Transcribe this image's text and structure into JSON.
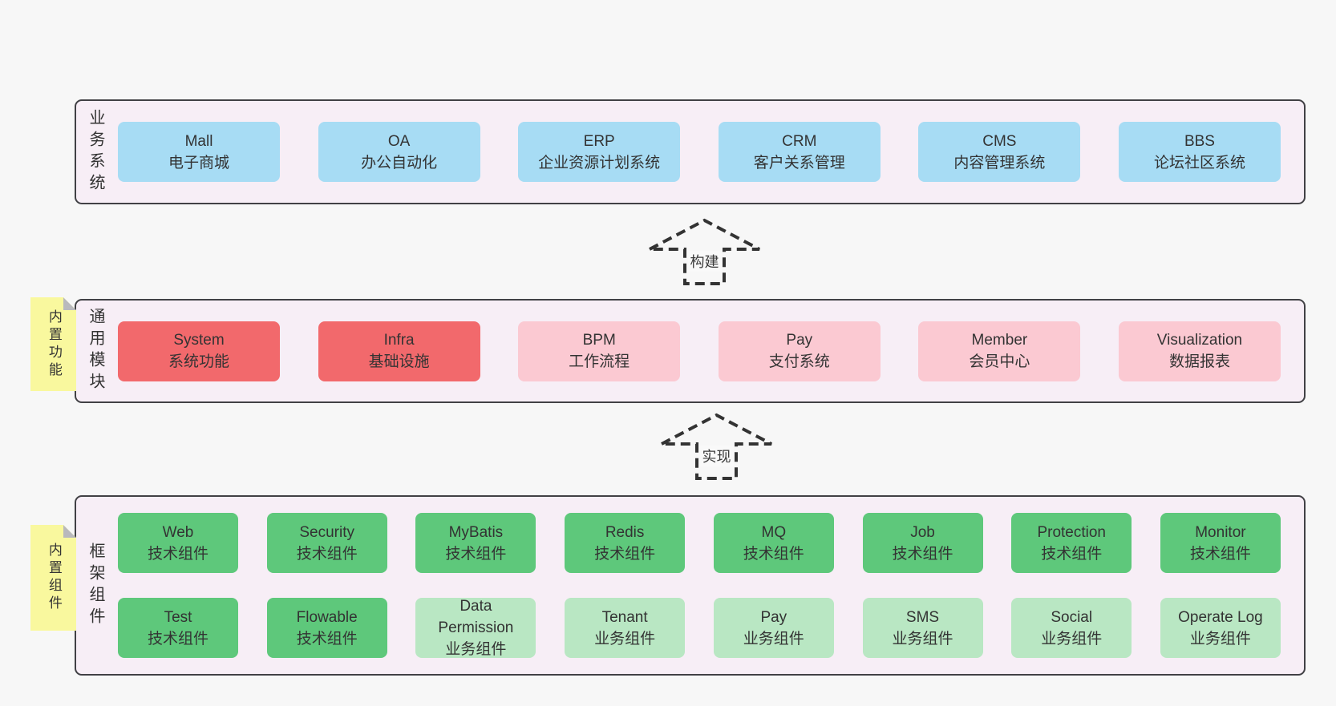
{
  "layers": {
    "business": {
      "label": "业务系统",
      "boxes": [
        {
          "name": "Mall",
          "desc": "电子商城"
        },
        {
          "name": "OA",
          "desc": "办公自动化"
        },
        {
          "name": "ERP",
          "desc": "企业资源计划系统"
        },
        {
          "name": "CRM",
          "desc": "客户关系管理"
        },
        {
          "name": "CMS",
          "desc": "内容管理系统"
        },
        {
          "name": "BBS",
          "desc": "论坛社区系统"
        }
      ]
    },
    "modules": {
      "label": "通用模块",
      "boxes": [
        {
          "name": "System",
          "desc": "系统功能",
          "style": "red"
        },
        {
          "name": "Infra",
          "desc": "基础设施",
          "style": "red"
        },
        {
          "name": "BPM",
          "desc": "工作流程",
          "style": "pink"
        },
        {
          "name": "Pay",
          "desc": "支付系统",
          "style": "pink"
        },
        {
          "name": "Member",
          "desc": "会员中心",
          "style": "pink"
        },
        {
          "name": "Visualization",
          "desc": "数据报表",
          "style": "pink"
        }
      ]
    },
    "framework": {
      "label": "框架组件",
      "rows": [
        [
          {
            "name": "Web",
            "desc": "技术组件",
            "style": "green"
          },
          {
            "name": "Security",
            "desc": "技术组件",
            "style": "green"
          },
          {
            "name": "MyBatis",
            "desc": "技术组件",
            "style": "green"
          },
          {
            "name": "Redis",
            "desc": "技术组件",
            "style": "green"
          },
          {
            "name": "MQ",
            "desc": "技术组件",
            "style": "green"
          },
          {
            "name": "Job",
            "desc": "技术组件",
            "style": "green"
          },
          {
            "name": "Protection",
            "desc": "技术组件",
            "style": "green"
          },
          {
            "name": "Monitor",
            "desc": "技术组件",
            "style": "green"
          }
        ],
        [
          {
            "name": "Test",
            "desc": "技术组件",
            "style": "green"
          },
          {
            "name": "Flowable",
            "desc": "技术组件",
            "style": "green"
          },
          {
            "name": "Data Permission",
            "desc": "业务组件",
            "style": "lgreen"
          },
          {
            "name": "Tenant",
            "desc": "业务组件",
            "style": "lgreen"
          },
          {
            "name": "Pay",
            "desc": "业务组件",
            "style": "lgreen"
          },
          {
            "name": "SMS",
            "desc": "业务组件",
            "style": "lgreen"
          },
          {
            "name": "Social",
            "desc": "业务组件",
            "style": "lgreen"
          },
          {
            "name": "Operate Log",
            "desc": "业务组件",
            "style": "lgreen"
          }
        ]
      ]
    }
  },
  "arrows": {
    "build": {
      "label": "构建"
    },
    "implement": {
      "label": "实现"
    }
  },
  "notes": {
    "features": {
      "label": "内置功能"
    },
    "components": {
      "label": "内置组件"
    }
  },
  "colors": {
    "page_bg": "#f7f7f7",
    "layer_bg": "#f7eef6",
    "layer_border": "#414145",
    "blue_box": "#a7dcf4",
    "red_box": "#f2696c",
    "pink_box": "#fbc9d2",
    "green_box": "#5ec87b",
    "light_green_box": "#b9e7c3",
    "note_bg": "#f9f89e",
    "note_fold": "#b9b9bd",
    "text": "#333333"
  }
}
